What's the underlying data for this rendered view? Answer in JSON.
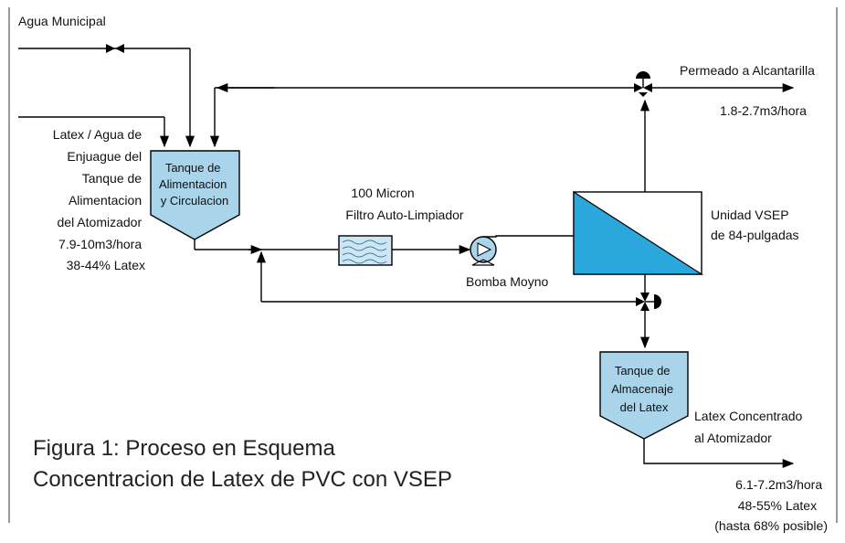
{
  "labels": {
    "agua_municipal": "Agua Municipal",
    "latex_feed": [
      "Latex / Agua de",
      "Enjuague del",
      "Tanque de",
      "Alimentacion",
      "del Atomizador",
      "7.9-10m3/hora",
      "38-44% Latex"
    ],
    "tank1": [
      "Tanque de",
      "Alimentacion",
      "y Circulacion"
    ],
    "filter": [
      "100 Micron",
      "Filtro Auto-Limpiador"
    ],
    "pump": "Bomba Moyno",
    "vsep": [
      "Unidad VSEP",
      "de 84-pulgadas"
    ],
    "permeate": "Permeado a Alcantarilla",
    "permeate_flow": "1.8-2.7m3/hora",
    "tank2": [
      "Tanque de",
      "Almacenaje",
      "del Latex"
    ],
    "concentrate": [
      "Latex Concentrado",
      "al Atomizador"
    ],
    "concentrate_flow": [
      "6.1-7.2m3/hora",
      "48-55% Latex",
      "(hasta 68% posible)"
    ]
  },
  "caption": [
    "Figura 1:  Proceso en Esquema",
    "Concentracion de Latex de PVC con VSEP"
  ],
  "colors": {
    "equipment_fill": "#a9d4ea",
    "filter_fill": "#cfe6f2",
    "vsep_fill": "#2aa8dc"
  }
}
